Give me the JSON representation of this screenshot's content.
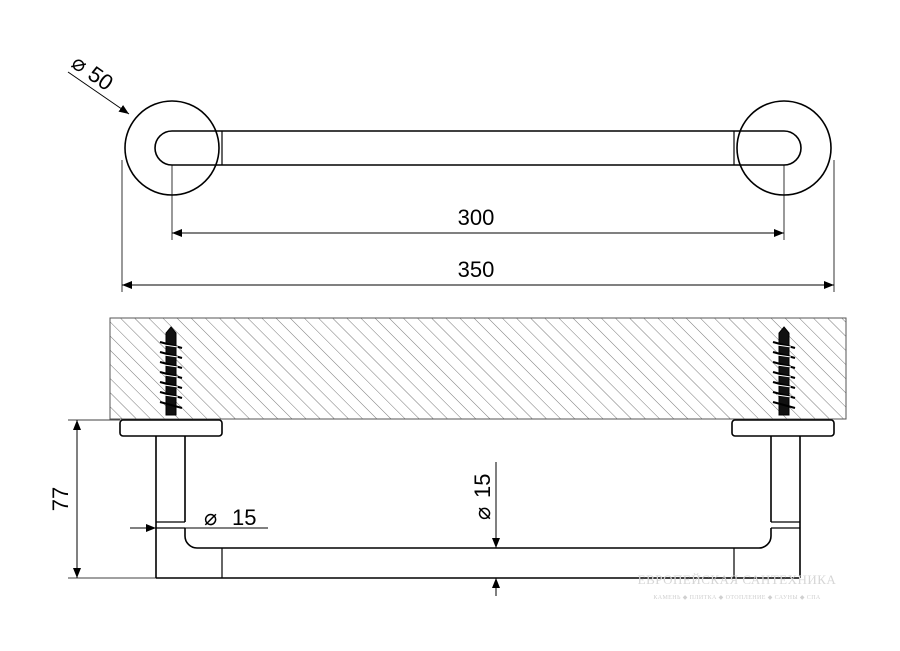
{
  "dimensions": {
    "top_diameter": "50",
    "mount_spacing": "300",
    "overall_length": "350",
    "projection": "77",
    "post_diameter": "15",
    "bar_diameter": "15",
    "diameter_symbol": "⌀"
  },
  "watermark": {
    "brand": "ЕВРОПЕЙСКАЯ САНТЕХНИКА",
    "tagline": "КАМЕНЬ ◆ ПЛИТКА ◆ ОТОПЛЕНИЕ ◆ САУНЫ ◆ СПА"
  }
}
